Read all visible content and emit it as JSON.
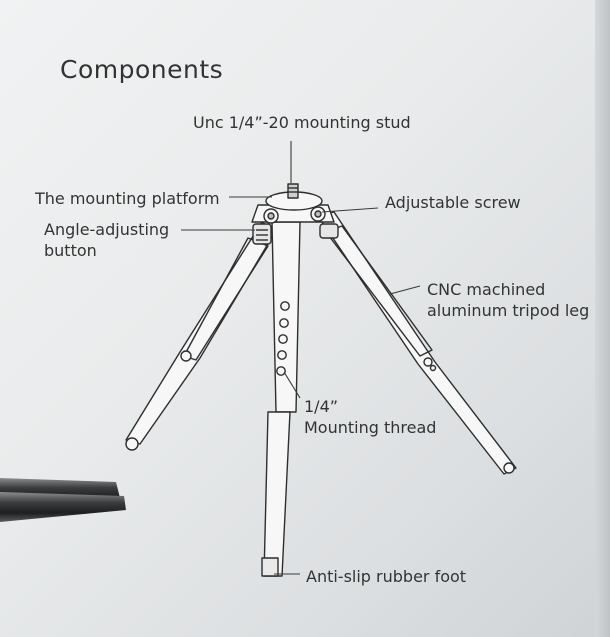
{
  "title": "Components",
  "labels": {
    "stud": "Unc 1/4”-20 mounting stud",
    "platform": "The mounting platform",
    "adjustable_screw": "Adjustable screw",
    "angle_button": "Angle-adjusting\nbutton",
    "tripod_leg": "CNC machined\naluminum tripod leg",
    "mounting_thread": "1/4”\nMounting thread",
    "rubber_foot": "Anti-slip rubber foot"
  },
  "icons": [
    "tripod-illustration",
    "metal-rod"
  ]
}
